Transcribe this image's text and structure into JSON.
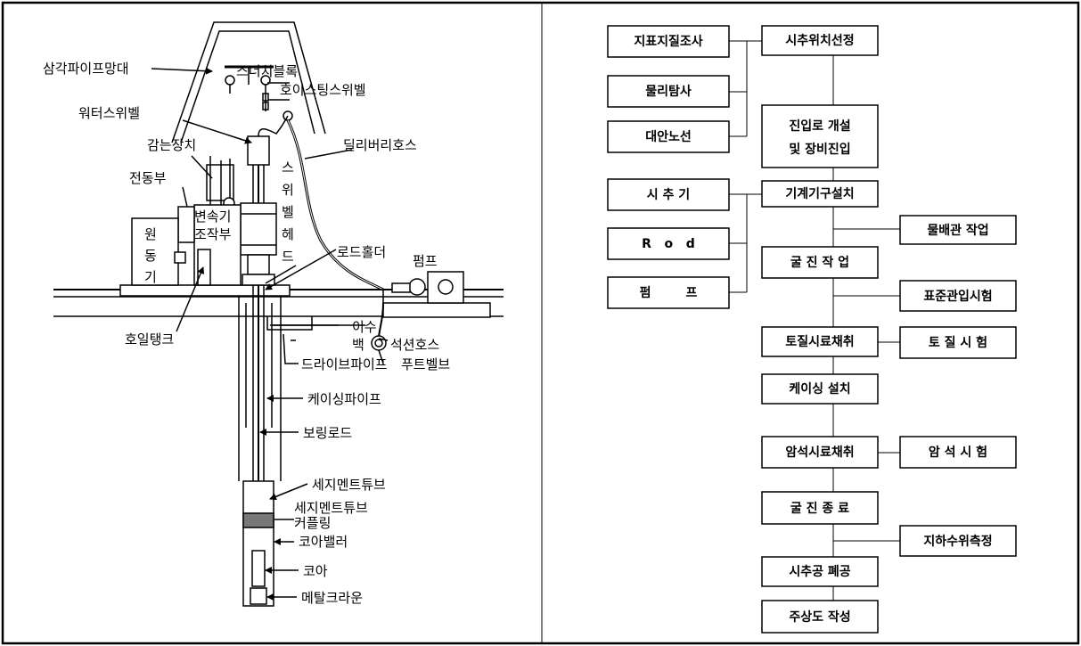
{
  "equipment": {
    "labels": {
      "triangle_pipe_mast": "삼각파이프망대",
      "snatch_block": "스너치블록",
      "hoisting_swivel": "호이스팅스위벨",
      "water_swivel": "워터스위벨",
      "winding_device": "감는장치",
      "delivery_hose": "딜리버리호스",
      "transmission": "전동부",
      "swivel_head_chars": [
        "스",
        "위",
        "벨",
        "헤",
        "드"
      ],
      "gearbox_line1": "변속기",
      "gearbox_line2": "조작부",
      "engine_chars": [
        "원",
        "동",
        "기"
      ],
      "rod_holder": "로드홀더",
      "pump": "펌프",
      "oil_tank": "호일탱크",
      "mud_pit_line1": "이수",
      "mud_pit_line2": "백",
      "suction_hose": "석션호스",
      "drive_pipe": "드라이브파이프",
      "foot_valve": "푸트벨브",
      "casing_pipe": "케이싱파이프",
      "boring_rod": "보링로드",
      "sediment_tube": "세지멘트튜브",
      "sediment_tube_coupling_line1": "세지멘트튜브",
      "sediment_tube_coupling_line2": "커플링",
      "core_barrel": "코아밸러",
      "core": "코아",
      "metal_crown": "메탈크라운"
    }
  },
  "flowchart": {
    "left_inputs": [
      "지표지질조사",
      "물리탐사",
      "대안노선"
    ],
    "middle_inputs": [
      "시 추 기",
      "R   o   d",
      "펌        프"
    ],
    "main_steps": [
      "시추위치선정",
      [
        "진입로 개설",
        "및 장비진입"
      ],
      "기계기구설치",
      "굴 진 작 업",
      "토질시료채취",
      "케이싱 설치",
      "암석시료채취",
      "굴 진 종 료",
      "시추공 폐공",
      "주상도 작성"
    ],
    "side_tasks": [
      "물배관 작업",
      "표준관입시험",
      "토 질 시 험",
      "암 석 시 험",
      "지하수위측정"
    ]
  }
}
